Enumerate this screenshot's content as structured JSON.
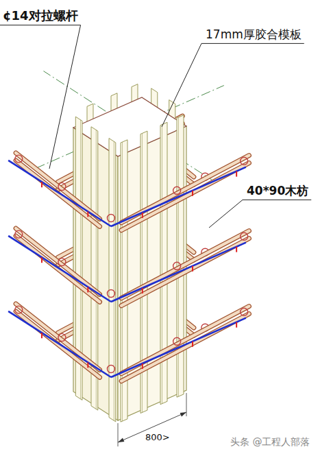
{
  "diagram": {
    "labels": [
      "¢14对拉螺杆",
      "17mm厚胶合模板",
      "40*90木枋",
      "800>",
      "头条 @工程人部落"
    ]
  }
}
